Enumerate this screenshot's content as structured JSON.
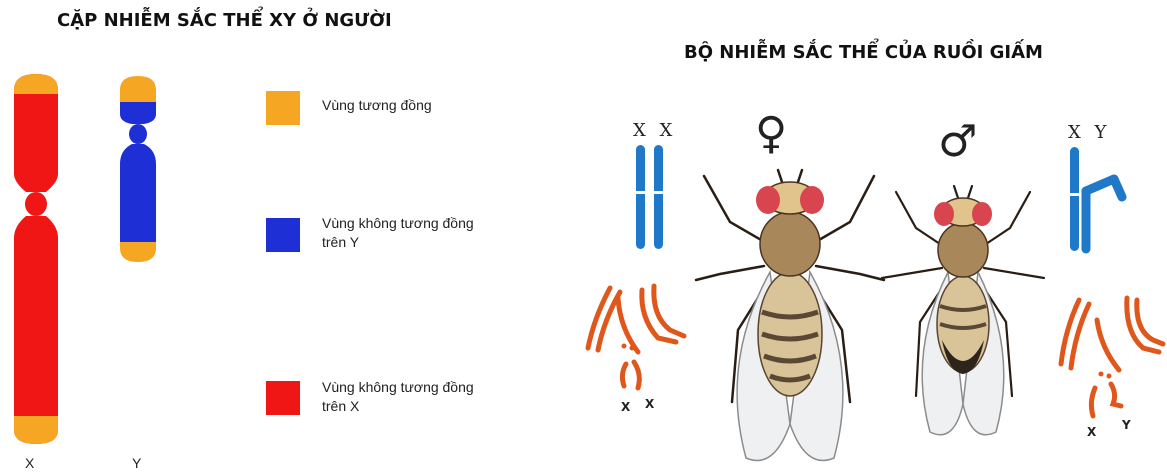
{
  "left": {
    "title": "CẶP NHIỄM SẮC THỂ XY Ở NGƯỜI",
    "chromosome_x_label": "X",
    "chromosome_y_label": "Y",
    "legend": [
      {
        "label": "Vùng tương đồng",
        "color": "#f5a623"
      },
      {
        "label": "Vùng không tương đồng\ntrên Y",
        "color": "#1e2fd6"
      },
      {
        "label": "Vùng không tương đồng\ntrên X",
        "color": "#f01616"
      }
    ]
  },
  "right": {
    "title": "BỘ NHIỄM SẮC THỂ CỦA RUỒI GIẤM",
    "female_pair_label": "X X",
    "male_pair_label": "X Y",
    "female_symbol": "♀",
    "male_symbol": "♂",
    "female_karyotype_labels": [
      "X",
      "X"
    ],
    "male_karyotype_labels": [
      "X",
      "Y"
    ],
    "colors": {
      "chromosome_blue": "#1f78c8",
      "karyotype_orange": "#e0571c"
    }
  }
}
